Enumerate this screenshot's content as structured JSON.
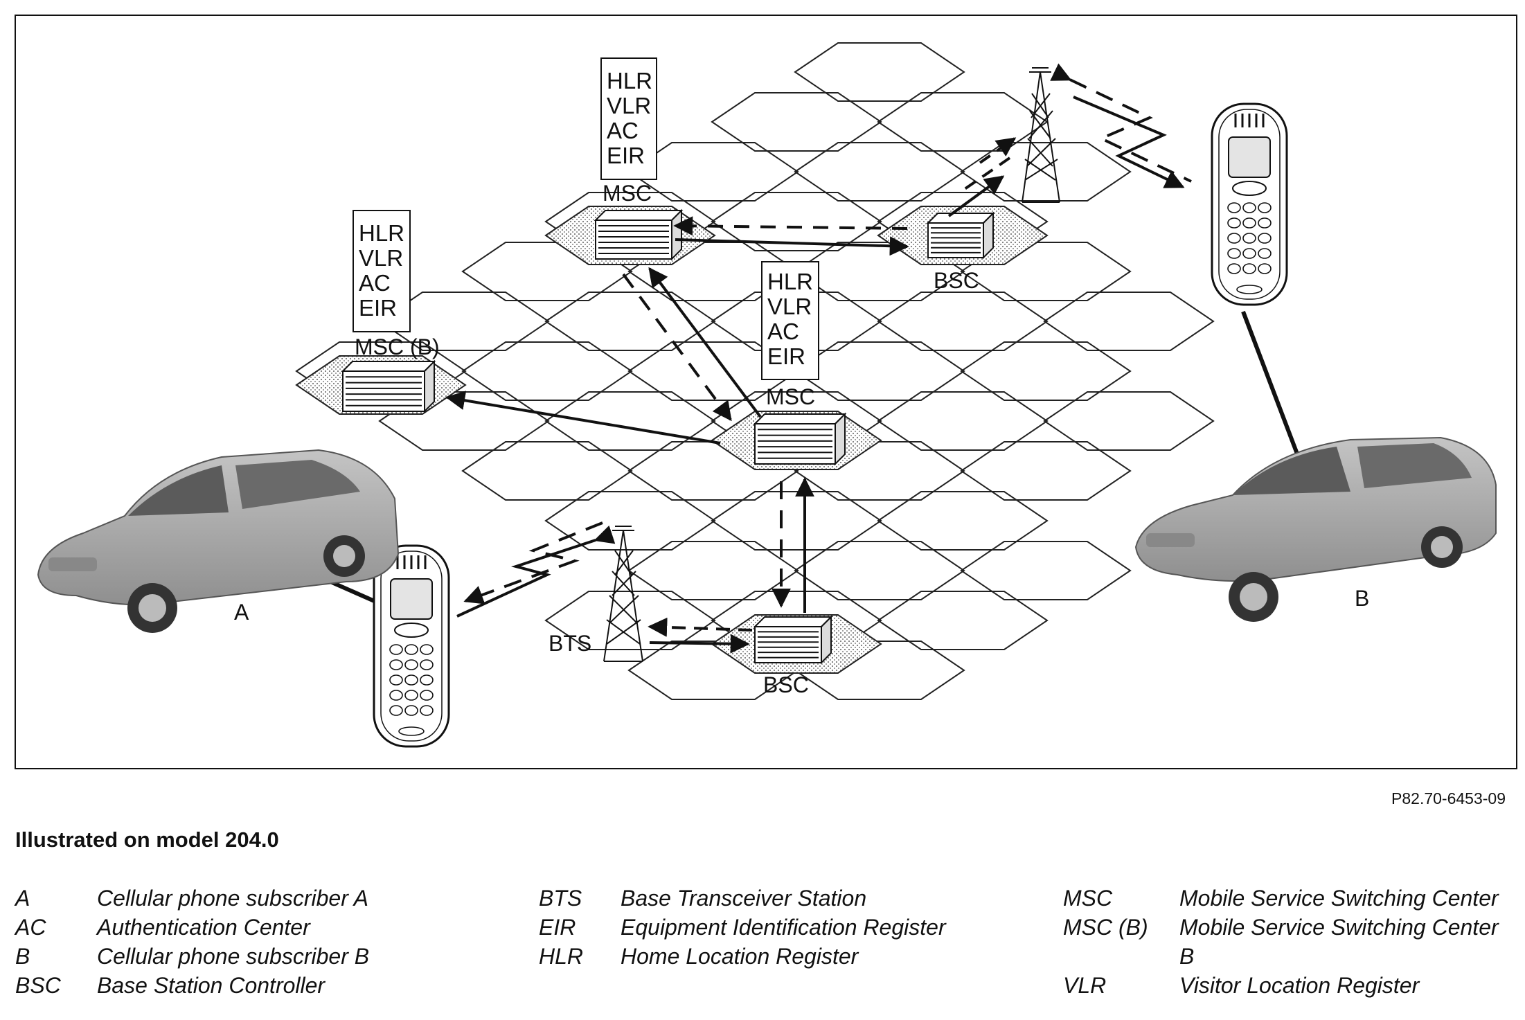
{
  "diagram": {
    "labels": {
      "msc_top": "MSC",
      "msc_b": "MSC (B)",
      "msc_center": "MSC",
      "bsc_top": "BSC",
      "bsc_bottom": "BSC",
      "bts": "BTS",
      "subscriber_a": "A",
      "subscriber_b": "B"
    },
    "register_box": [
      "HLR",
      "VLR",
      "AC",
      "EIR"
    ]
  },
  "reference": "P82.70-6453-09",
  "subtitle": "Illustrated on model 204.0",
  "legend": {
    "col1": [
      {
        "abbr": "A",
        "desc": "Cellular phone subscriber A"
      },
      {
        "abbr": "AC",
        "desc": "Authentication Center"
      },
      {
        "abbr": "B",
        "desc": "Cellular phone subscriber B"
      },
      {
        "abbr": "BSC",
        "desc": "Base Station Controller"
      }
    ],
    "col2": [
      {
        "abbr": "BTS",
        "desc": "Base Transceiver Station"
      },
      {
        "abbr": "EIR",
        "desc": "Equipment Identification Register"
      },
      {
        "abbr": "HLR",
        "desc": "Home Location Register"
      }
    ],
    "col3": [
      {
        "abbr": "MSC",
        "desc": "Mobile Service Switching Center"
      },
      {
        "abbr": "MSC (B)",
        "desc": "Mobile Service Switching Center"
      },
      {
        "abbr": "",
        "desc": "B"
      },
      {
        "abbr": "VLR",
        "desc": "Visitor Location Register"
      }
    ]
  },
  "colors": {
    "line": "#111111",
    "car_body": "#a8a8a8",
    "car_dark": "#6e6e6e",
    "dots": "#7a7a7a"
  }
}
